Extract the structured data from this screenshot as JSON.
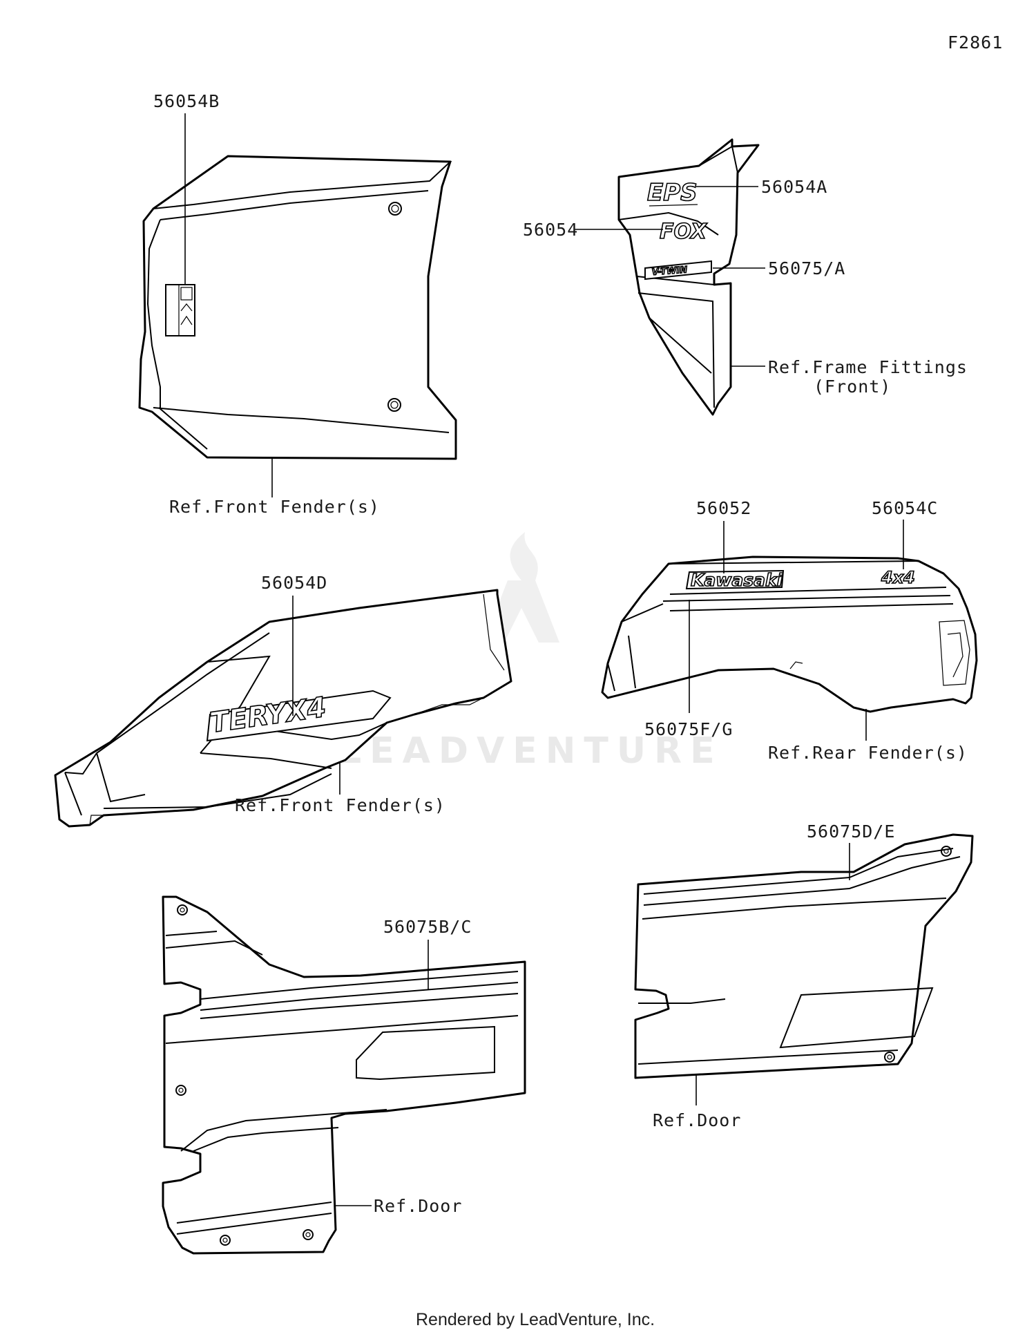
{
  "diagram_id": "F2861",
  "labels": {
    "l_56054B": "56054B",
    "l_ref_front_fender_1": "Ref.Front Fender(s)",
    "l_56054A": "56054A",
    "l_56054": "56054",
    "l_56075A": "56075/A",
    "l_ref_frame_1": "Ref.Frame Fittings",
    "l_ref_frame_2": "(Front)",
    "l_56054D": "56054D",
    "l_ref_front_fender_2": "Ref.Front Fender(s)",
    "l_56052": "56052",
    "l_56054C": "56054C",
    "l_56075FG": "56075F/G",
    "l_ref_rear_fender": "Ref.Rear Fender(s)",
    "l_56075BC": "56075B/C",
    "l_ref_door_1": "Ref.Door",
    "l_56075DE": "56075D/E",
    "l_ref_door_2": "Ref.Door"
  },
  "decals": {
    "kawasaki": "Kawasaki",
    "fourx4": "4x4",
    "teryx": "TERYX4",
    "eps": "EPS",
    "fox": "FOX",
    "vtwin": "V-TWIN"
  },
  "watermark": "LEADVENTURE",
  "footer": "Rendered by LeadVenture, Inc."
}
